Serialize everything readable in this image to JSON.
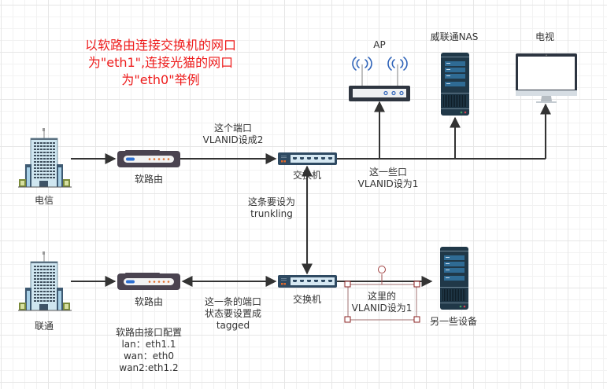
{
  "note": {
    "lines": [
      "以软路由连接交换机的网口",
      "为\"eth1\",连接光猫的网口",
      "为\"eth0\"举例"
    ],
    "color": "#ee1c1c"
  },
  "top_row": {
    "isp": "电信",
    "router": "软路由",
    "switch": "交换机",
    "router_switch_label": [
      "这个端口",
      "VLANID设成2"
    ],
    "switch_devices_label": [
      "这一些口",
      "VLANID设为1"
    ]
  },
  "devices": {
    "ap": "AP",
    "nas": "威联通NAS",
    "tv": "电视"
  },
  "trunk_label": [
    "这条要设为",
    "trunkling"
  ],
  "bottom_row": {
    "isp": "联通",
    "router": "软路由",
    "switch": "交换机",
    "router_switch_label": [
      "这一条的端口",
      "状态要设置成",
      "tagged"
    ],
    "selected_label": [
      "这里的",
      "VLANID设为1"
    ],
    "other_devices": "另一些设备",
    "router_config": {
      "title": "软路由接口配置",
      "lines": [
        "lan：eth1.1",
        "wan：eth0",
        "wan2:eth1.2"
      ]
    }
  }
}
